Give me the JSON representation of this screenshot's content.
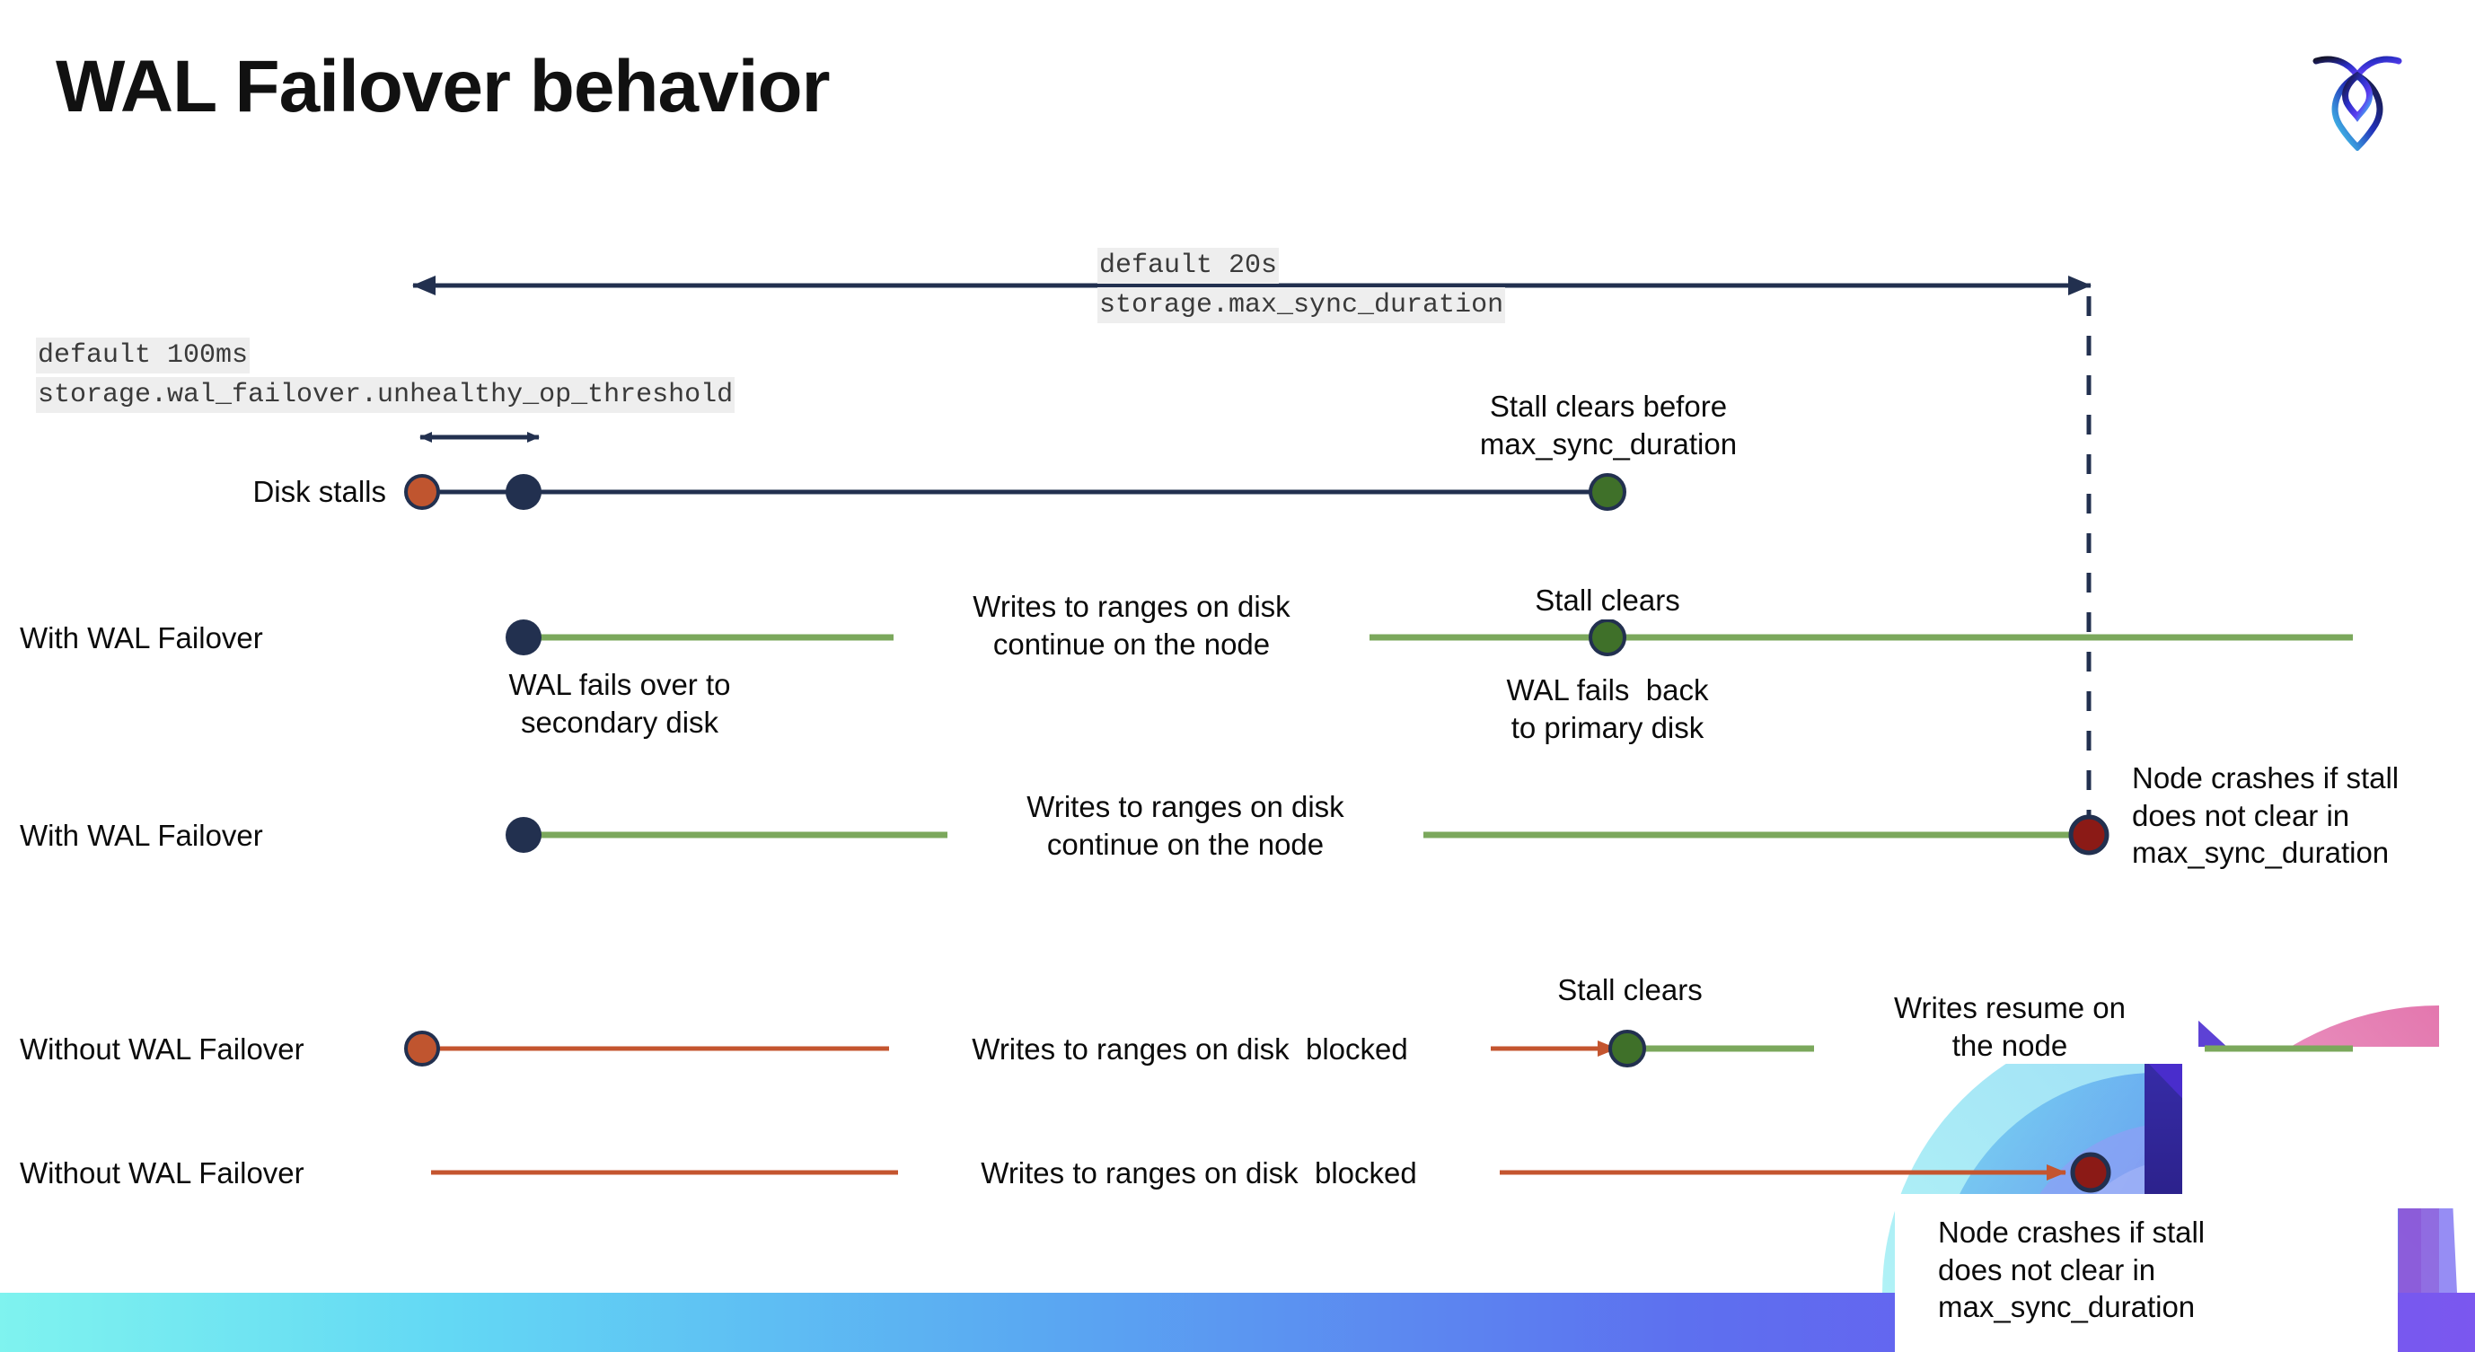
{
  "slide": {
    "title": "WAL Failover behavior",
    "logo_name": "cockroachdb-logo",
    "background": "#ffffff",
    "colors": {
      "navy": "#22304f",
      "green_line": "#7ba85c",
      "green_dot": "#3f7029",
      "orange": "#c4552f",
      "orange_dot": "#c0552f",
      "dark_red": "#8b1a16",
      "code_bg": "#eeeeee",
      "text": "#0b0b0b"
    }
  },
  "annotations": {
    "max_sync": {
      "line1": "default 20s",
      "line2": "storage.max_sync_duration"
    },
    "unhealthy_op": {
      "line1": "default 100ms",
      "line2": "storage.wal_failover.unhealthy_op_threshold"
    }
  },
  "rows": [
    {
      "id": "disk-stalls",
      "label": "Disk stalls",
      "note": "Stall clears before\nmax_sync_duration"
    },
    {
      "id": "with-wal-failover-clears",
      "label": "With WAL Failover",
      "note_start": "WAL fails over to\nsecondary disk",
      "note_mid": "Writes to ranges on disk\ncontinue on the node",
      "note_clear": "Stall clears",
      "note_back": "WAL fails  back\nto primary disk"
    },
    {
      "id": "with-wal-failover-crash",
      "label": "With WAL Failover",
      "note_mid": "Writes to ranges on disk\ncontinue on the node",
      "note_crash": "Node crashes if stall\ndoes not clear in\nmax_sync_duration"
    },
    {
      "id": "without-wal-failover-clears",
      "label": "Without WAL Failover",
      "note_mid": "Writes to ranges on disk  blocked",
      "note_clear": "Stall clears",
      "note_resume": "Writes resume on\nthe node"
    },
    {
      "id": "without-wal-failover-crash",
      "label": "Without WAL Failover",
      "note_mid": "Writes to ranges on disk  blocked",
      "note_crash": "Node crashes if stall\ndoes not clear in\nmax_sync_duration"
    }
  ]
}
